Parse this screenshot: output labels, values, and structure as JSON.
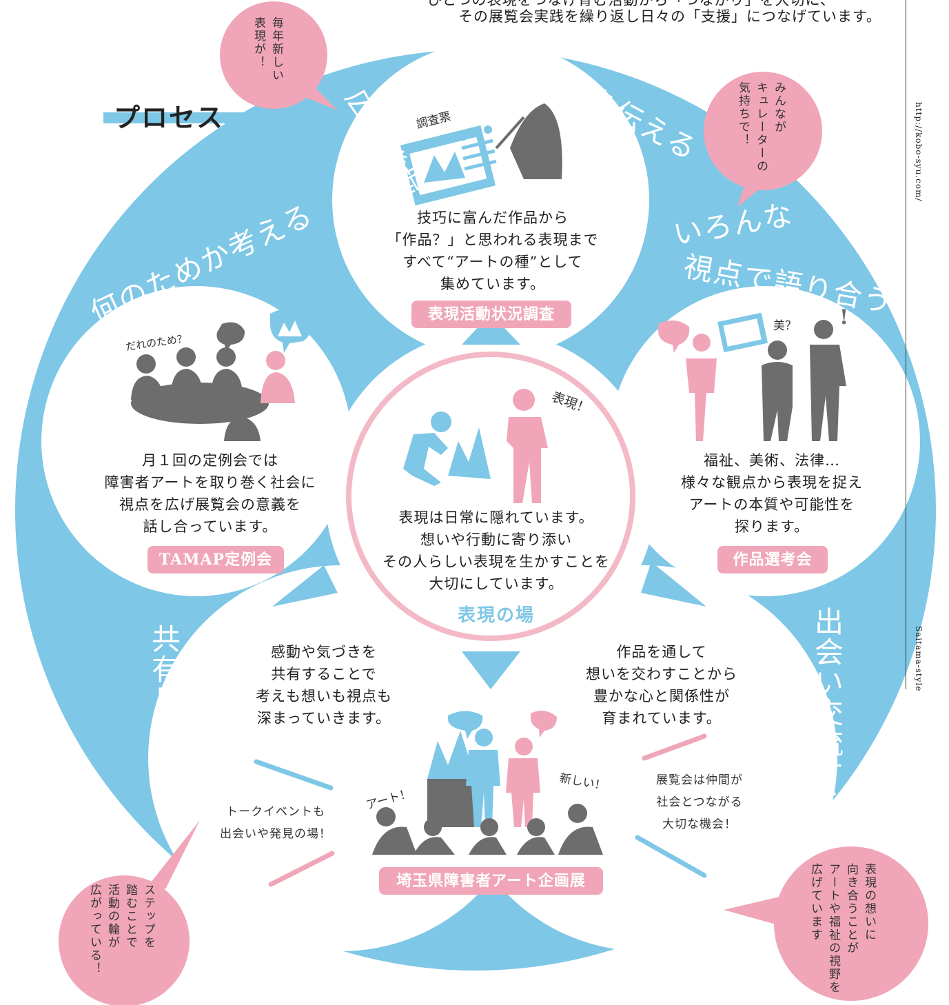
{
  "header": {
    "line1": "ひとつの表現をつなげ育む活動から「つながり」を大切に、",
    "line2": "その展覧会実践を繰り返し日々の「支援」につなげています。"
  },
  "side": {
    "url": "http://kobo-syu.com/",
    "brand": "Saitama-style"
  },
  "title": "プロセス",
  "arcs": {
    "top_left": "広く発掘",
    "top_right": "魅力を伝える",
    "left": "何のためか考える",
    "right_1": "いろんな",
    "right_2": "視点で語り合う",
    "bottom_left": "共有し深める",
    "bottom_right": "出会い交流する"
  },
  "petals": {
    "top": {
      "text": [
        "技巧に富んだ作品から",
        "「作品？」と思われる表現まで",
        "すべて“アートの種”として",
        "集めています。"
      ],
      "badge": "表現活動状況調査",
      "illustration_label": "調査票"
    },
    "left": {
      "text": [
        "月１回の定例会では",
        "障害者アートを取り巻く社会に",
        "視点を広げ展覧会の意義を",
        "話し合っています。"
      ],
      "badge": "TAMAP定例会",
      "illustration_label": "だれのため？"
    },
    "right": {
      "text": [
        "福祉、美術、法律…",
        "様々な観点から表現を捉え",
        "アートの本質や可能性を",
        "探ります。"
      ],
      "badge": "作品選考会",
      "illustration_label": "美？"
    },
    "center": {
      "text": [
        "表現は日常に隠れています。",
        "想いや行動に寄り添い",
        "その人らしい表現を生かすことを",
        "大切にしています。"
      ],
      "label": "表現の場",
      "illustration_label": "表現！"
    },
    "bottom": {
      "left_text": [
        "感動や気づきを",
        "共有することで",
        "考えも想いも視点も",
        "深まっていきます。"
      ],
      "right_text": [
        "作品を通して",
        "想いを交わすことから",
        "豊かな心と関係性が",
        "育まれています。"
      ],
      "badge": "埼玉県障害者アート企画展",
      "label_art": "アート！",
      "label_new": "新しい！"
    }
  },
  "notes": {
    "talk": [
      "トークイベントも",
      "出会いや発見の場！"
    ],
    "exhibit": [
      "展覧会は仲間が",
      "社会とつながる",
      "大切な機会！"
    ]
  },
  "bubbles": {
    "top_left": "毎年新しい\n表現が！",
    "top_right": "みんなが\nキュレーターの\n気持ちで！",
    "bottom_left": "ステップを\n踏むことで\n活動の輪が\n広がっている！",
    "bottom_right": "表現の想いに\n向き合うことが\nアートや福祉の視野を\n広げています"
  },
  "colors": {
    "blue": "#7ec7e6",
    "pink": "#f0a6b8",
    "gray": "#6d6d6d",
    "white": "#ffffff"
  }
}
